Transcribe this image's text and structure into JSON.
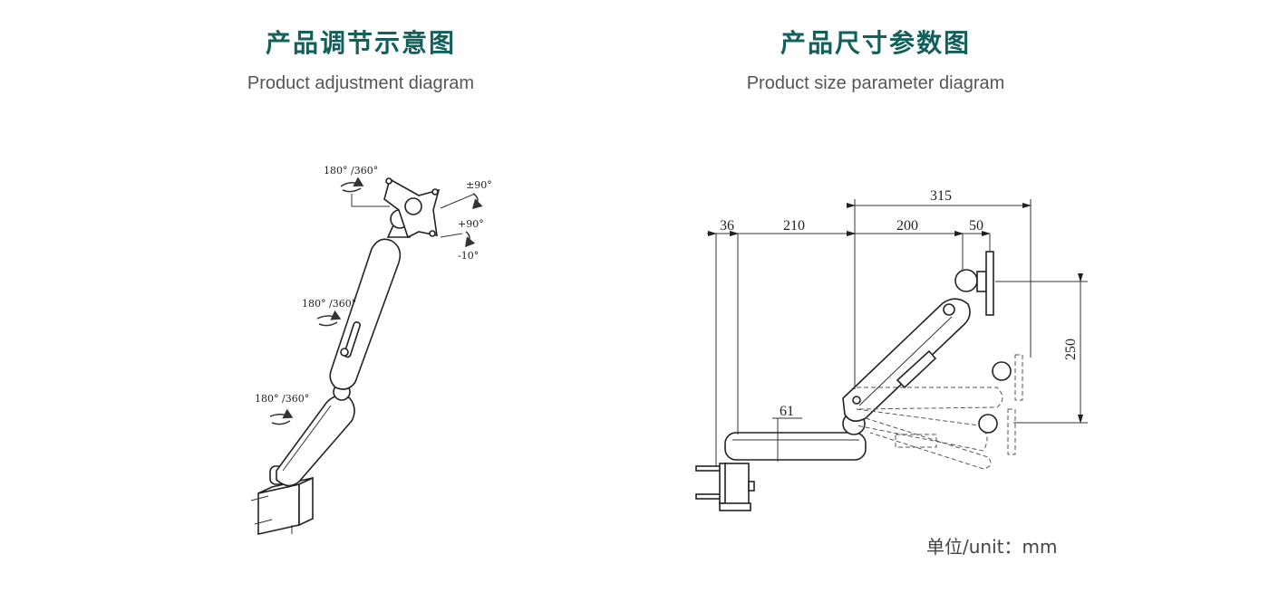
{
  "left_panel": {
    "title": "产品调节示意图",
    "subtitle": "Product adjustment diagram",
    "rotation_labels": {
      "head_swivel": "180° /360°",
      "tilt_up": "±90°",
      "tilt_down_top": "+90°",
      "tilt_down_bottom": "-10°",
      "upper_arm": "180° /360°",
      "lower_arm": "180° /360°"
    }
  },
  "right_panel": {
    "title": "产品尺寸参数图",
    "subtitle": "Product size parameter diagram",
    "dimensions": {
      "d36": "36",
      "d210": "210",
      "d200": "200",
      "d50": "50",
      "d315": "315",
      "d250": "250",
      "d61": "61"
    },
    "unit_note": "单位/unit：mm"
  },
  "colors": {
    "title": "#125f5b",
    "subtitle": "#555555",
    "line": "#222222"
  }
}
